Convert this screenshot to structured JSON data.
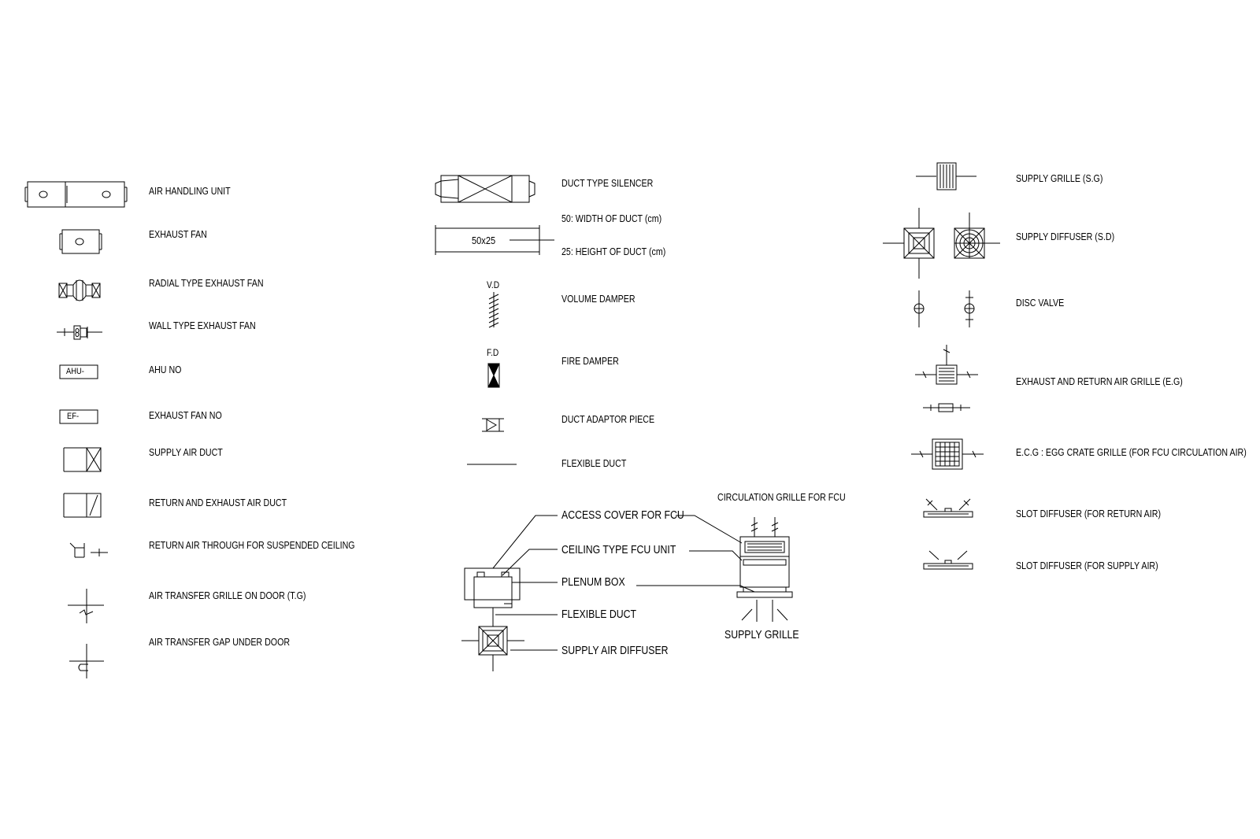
{
  "legend": {
    "left": [
      {
        "label": "AIR HANDLING UNIT"
      },
      {
        "label": "EXHAUST FAN"
      },
      {
        "label": "RADIAL TYPE EXHAUST FAN"
      },
      {
        "label": "WALL TYPE EXHAUST FAN"
      },
      {
        "label": "AHU NO",
        "tag": "AHU-"
      },
      {
        "label": "EXHAUST FAN NO",
        "tag": "EF-"
      },
      {
        "label": "SUPPLY AIR DUCT"
      },
      {
        "label": "RETURN AND EXHAUST AIR DUCT"
      },
      {
        "label": "RETURN AIR THROUGH FOR SUSPENDED CEILING"
      },
      {
        "label": "AIR TRANSFER GRILLE ON DOOR (T.G)"
      },
      {
        "label": "AIR TRANSFER GAP UNDER DOOR"
      }
    ],
    "middle": [
      {
        "label": "DUCT TYPE SILENCER"
      },
      {
        "label": "50: WIDTH OF DUCT (cm)",
        "tag": "50x25"
      },
      {
        "label": "25: HEIGHT OF DUCT (cm)"
      },
      {
        "label": "VOLUME DAMPER",
        "tag": "V.D"
      },
      {
        "label": "FIRE DAMPER",
        "tag": "F.D"
      },
      {
        "label": "DUCT ADAPTOR PIECE"
      },
      {
        "label": "FLEXIBLE DUCT"
      }
    ],
    "right": [
      {
        "label": "SUPPLY GRILLE (S.G)"
      },
      {
        "label": "SUPPLY DIFFUSER (S.D)"
      },
      {
        "label": "DISC VALVE"
      },
      {
        "label": "EXHAUST AND RETURN AIR GRILLE (E.G)"
      },
      {
        "label": "E.C.G : EGG CRATE GRILLE (FOR FCU CIRCULATION AIR)"
      },
      {
        "label": "SLOT DIFFUSER (FOR RETURN AIR)"
      },
      {
        "label": "SLOT DIFFUSER (FOR SUPPLY AIR)"
      }
    ]
  },
  "fcu_detail": {
    "callouts": [
      {
        "label": "ACCESS COVER FOR FCU"
      },
      {
        "label": "CEILING TYPE FCU UNIT"
      },
      {
        "label": "PLENUM BOX"
      },
      {
        "label": "FLEXIBLE DUCT"
      },
      {
        "label": "SUPPLY AIR DIFFUSER"
      }
    ],
    "circulation_grille": "CIRCULATION GRILLE FOR FCU",
    "supply_grille": "SUPPLY GRILLE"
  },
  "colors": {
    "line": "#000000",
    "background": "#ffffff"
  }
}
